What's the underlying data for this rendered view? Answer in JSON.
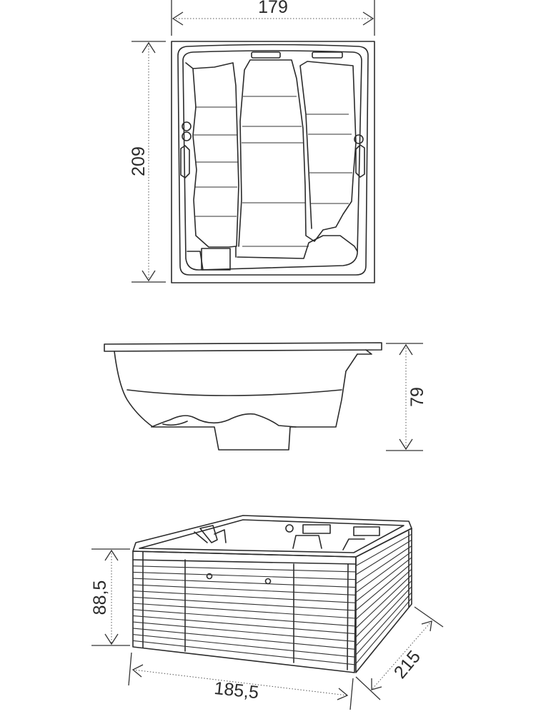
{
  "dimensions": {
    "top_width": "179",
    "top_length": "209",
    "side_height": "79",
    "panel_height": "88,5",
    "panel_width": "185,5",
    "panel_depth": "215"
  }
}
